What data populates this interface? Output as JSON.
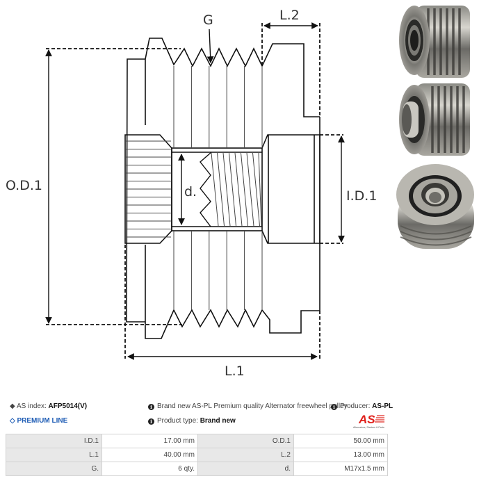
{
  "drawing": {
    "labels": {
      "groove": "G",
      "l2": "L.2",
      "od1": "O.D.1",
      "id1": "I.D.1",
      "d": "d.",
      "l1": "L.1"
    },
    "groove_count": 6
  },
  "photos": [
    {
      "alt": "pulley-front-view"
    },
    {
      "alt": "pulley-side-view"
    },
    {
      "alt": "pulley-rear-view"
    }
  ],
  "info": {
    "as_index_label": "AS index:",
    "as_index_value": "AFP5014(V)",
    "premium_line": "PREMIUM LINE",
    "description": "Brand new AS-PL Premium quality Alternator freewheel pulley",
    "product_type_label": "Product type:",
    "product_type_value": "Brand new",
    "producer_label": "Producer:",
    "producer_value": "AS-PL",
    "logo_text": "AS",
    "logo_tagline": "Alternators, Starters & Parts",
    "brand_color": "#e0201b",
    "premium_color": "#1f5db5"
  },
  "specs": [
    {
      "label1": "I.D.1",
      "value1": "17.00 mm",
      "label2": "O.D.1",
      "value2": "50.00 mm"
    },
    {
      "label1": "L.1",
      "value1": "40.00 mm",
      "label2": "L.2",
      "value2": "13.00 mm"
    },
    {
      "label1": "G.",
      "value1": "6 qty.",
      "label2": "d.",
      "value2": "M17x1.5 mm"
    }
  ]
}
